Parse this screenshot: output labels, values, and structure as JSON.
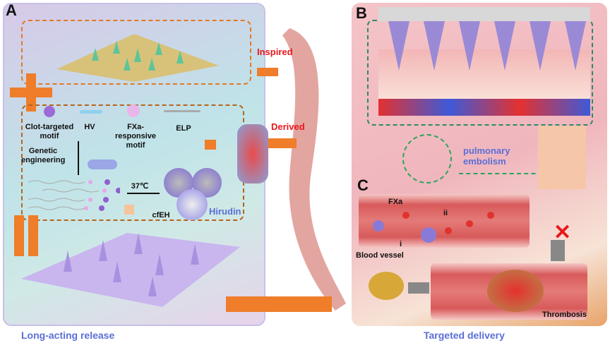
{
  "panels": {
    "a": "A",
    "b": "B",
    "c": "C"
  },
  "center": {
    "inspired": "Inspired",
    "derived": "Derived"
  },
  "panel_a": {
    "components": [
      "Clot-targeted motif",
      "HV",
      "FXa-responsive motif",
      "ELP"
    ],
    "genetic": "Genetic engineering",
    "temp": "37℃",
    "product": "cfEH",
    "hirudin": "Hirudin",
    "caption": "Long-acting release"
  },
  "panel_b": {
    "pe": "pulmonary embolism"
  },
  "panel_c": {
    "fxa": "FXa",
    "step1": "i",
    "step2": "ii",
    "vessel": "Blood vessel",
    "thrombosis": "Thrombosis",
    "caption": "Targeted delivery"
  },
  "colors": {
    "orange": "#ef7d2a",
    "caption": "#5a6fd6",
    "red": "#e8161b"
  }
}
